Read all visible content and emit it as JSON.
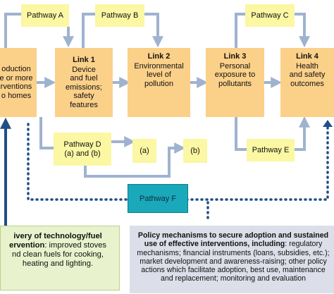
{
  "links": {
    "intro": {
      "lines": [
        "oduction",
        "e or more",
        "rventions",
        "o homes"
      ]
    },
    "link1": {
      "title": "Link 1",
      "lines": [
        "Device",
        "and fuel",
        "emissions;",
        "safety",
        "features"
      ]
    },
    "link2": {
      "title": "Link 2",
      "lines": [
        "Environmental",
        "level of",
        "pollution"
      ]
    },
    "link3": {
      "title": "Link 3",
      "lines": [
        "Personal",
        "exposure to",
        "pollutants"
      ]
    },
    "link4": {
      "title": "Link 4",
      "lines": [
        "Health",
        "and safety",
        "outcomes"
      ]
    }
  },
  "pathways": {
    "a": "Pathway A",
    "b": "Pathway B",
    "c": "Pathway C",
    "d_line1": "Pathway D",
    "d_line2": "(a) and (b)",
    "d_a": "(a)",
    "d_b": "(b)",
    "e": "Pathway E",
    "f": "Pathway F"
  },
  "delivery": {
    "bold_1": "ivery of technology/fuel",
    "bold_2": "ervention",
    "text_2": ": improved stoves",
    "line_3": "nd clean fuels for cooking,",
    "line_4": "heating and lighting."
  },
  "policy": {
    "bold": "Policy mechanisms to secure adoption and sustained use of effective interventions, including",
    "rest": ": regulatory mechanisms; financial instruments (loans, subsidies, etc.); market development and awareness-raising; other policy actions which facilitate adoption, best use, maintenance and replacement; monitoring and evaluation"
  },
  "colors": {
    "link_fill": "#fbd089",
    "pathway_fill": "#fbf7a3",
    "pathway_f_fill": "#1aa8bb",
    "arrow": "#9fb3cf",
    "dotted": "#1f4f86",
    "green_box": "#e8f2cc",
    "policy_box": "#dcdfe9"
  }
}
